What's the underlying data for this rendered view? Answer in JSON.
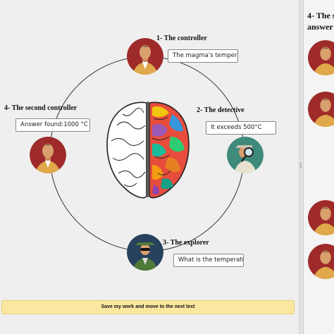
{
  "roles": {
    "controller": {
      "label": "1- The controller",
      "field": "The magma's tempera"
    },
    "detective": {
      "label": "2- The detective",
      "field": "It exceeds 500°C"
    },
    "explorer": {
      "label": "3- The explorer",
      "field": "What is the temperatu"
    },
    "second_controller": {
      "label": "4- The second controller",
      "field": "Answer found:1000 °C"
    }
  },
  "save_button": "Save my work and move to the next text",
  "right_panel": {
    "title_line1": "4- The s",
    "title_line2": "answer"
  },
  "colors": {
    "avatar_red": "#9e2a2a",
    "avatar_teal": "#3f8a7a",
    "avatar_navy": "#27415e",
    "save_bg": "#fbe8a0"
  }
}
